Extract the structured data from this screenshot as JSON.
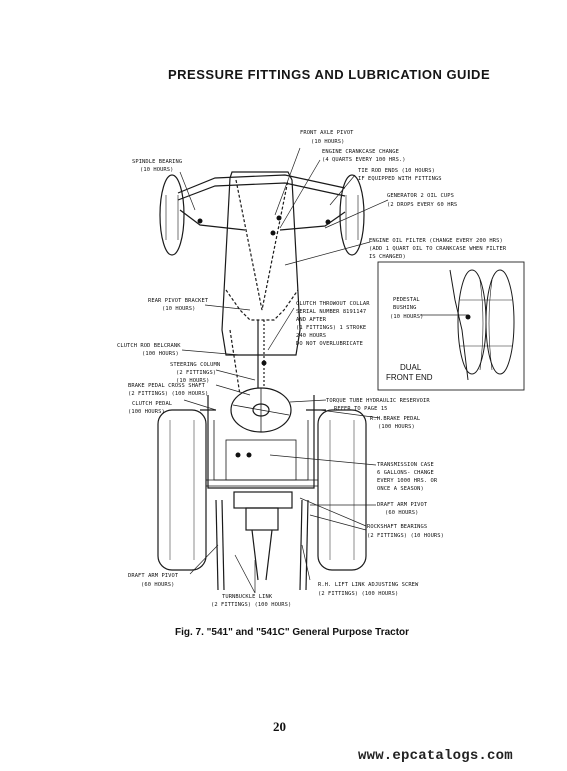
{
  "header": {
    "title": "PRESSURE FITTINGS AND LUBRICATION GUIDE"
  },
  "labels": {
    "front_axle_pivot": [
      "FRONT AXLE PIVOT",
      "(10 HOURS)"
    ],
    "engine_crankcase": [
      "ENGINE CRANKCASE CHANGE",
      "(4 QUARTS EVERY 100 HRS.)"
    ],
    "tie_rod_ends": [
      "TIE ROD ENDS (10 HOURS)",
      "IF EQUIPPED WITH FITTINGS"
    ],
    "generator": [
      "GENERATOR 2 OIL CUPS",
      "(2 DROPS EVERY 60 HRS"
    ],
    "spindle_bearing": [
      "SPINDLE BEARING",
      "(10 HOURS)"
    ],
    "engine_oil_filter": [
      "ENGINE OIL FILTER (CHANGE EVERY 200 HRS)",
      "(ADD 1 QUART OIL TO CRANKCASE WHEN FILTER",
      "IS CHANGED)"
    ],
    "pedestal_bushing": [
      "PEDESTAL",
      "BUSHING",
      "(10 HOURS)"
    ],
    "dual_front_end": [
      "DUAL",
      "FRONT END"
    ],
    "rear_pivot_bracket": [
      "REAR PIVOT BRACKET",
      "(10 HOURS)"
    ],
    "clutch_throwout": [
      "CLUTCH THROWOUT COLLAR",
      "SERIAL NUMBER 8191147",
      "AND AFTER",
      "(1 FITTINGS) 1 STROKE",
      "240 HOURS",
      "DO NOT OVERLUBRICATE"
    ],
    "clutch_rod_bellcrank": [
      "CLUTCH ROD BELCRANK",
      "(100 HOURS)"
    ],
    "steering_column": [
      "STEERING COLUMN",
      "(2 FITTINGS)",
      "(10 HOURS)"
    ],
    "brake_pedal_cross_shaft": [
      "BRAKE PEDAL CROSS SHAFT",
      "(2 FITTINGS)  (100 HOURS)"
    ],
    "clutch_pedal": [
      "CLUTCH PEDAL",
      "(100 HOURS)"
    ],
    "torque_tube": [
      "TORQUE TUBE HYDRAULIC RESERVOIR",
      "REFER TO PAGE 15"
    ],
    "rh_brake_pedal": [
      "R.H.BRAKE PEDAL",
      "(100 HOURS)"
    ],
    "transmission_case": [
      "TRANSMISSION CASE",
      "6 GALLONS- CHANGE",
      "EVERY 1000 HRS. OR",
      "ONCE A SEASON)"
    ],
    "draft_arm_pivot_r": [
      "DRAFT ARM PIVOT",
      "(60 HOURS)"
    ],
    "rockshaft_bearings": [
      "ROCKSHAFT BEARINGS",
      "(2 FITTINGS) (10 HOURS)"
    ],
    "draft_arm_pivot_l": [
      "DRAFT ARM PIVOT",
      "(60 HOURS)"
    ],
    "turnbuckle_link": [
      "TURNBUCKLE LINK",
      "(2 FITTINGS) (100 HOURS)"
    ],
    "rh_lift_link": [
      "R.H. LIFT LINK ADJUSTING SCREW",
      "(2 FITTINGS)  (100 HOURS)"
    ]
  },
  "caption": "Fig. 7. \"541\" and \"541C\" General Purpose Tractor",
  "page_number": "20",
  "watermark": "www.epcatalogs.com"
}
